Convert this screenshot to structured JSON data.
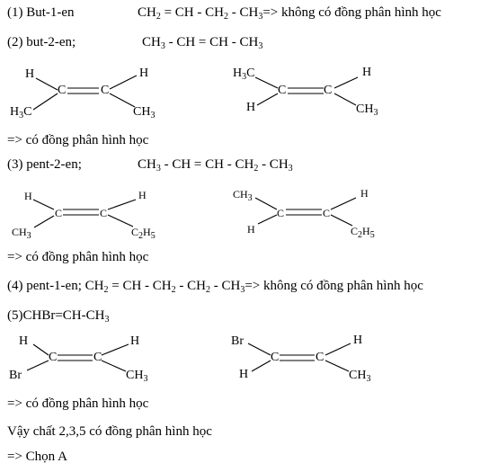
{
  "s1": {
    "label": "(1) But-1-en",
    "formula": [
      "CH",
      "2",
      " = CH - CH",
      "2",
      " - CH",
      "3"
    ],
    "note": "=> không có đồng phân hình học"
  },
  "s2": {
    "label": "(2) but-2-en;",
    "formula": [
      "CH",
      "3",
      " - CH = CH - CH",
      "3"
    ],
    "conclusion": "=>  có đồng phân hình học",
    "cis": {
      "tl": "H",
      "tr": "H",
      "bl": [
        "H",
        "3",
        "C"
      ],
      "br": [
        "CH",
        "3"
      ]
    },
    "trans": {
      "tl": [
        "H",
        "3",
        "C"
      ],
      "tr": "H",
      "bl": "H",
      "br": [
        "CH",
        "3"
      ]
    }
  },
  "s3": {
    "label": "(3) pent-2-en;",
    "formula": [
      "CH",
      "3",
      " - CH = CH - CH",
      "2",
      " - CH",
      "3"
    ],
    "conclusion": "=>  có đồng phân hình học",
    "cis": {
      "tl": "H",
      "tr": "H",
      "bl": [
        "CH",
        "3"
      ],
      "br": [
        "C",
        "2",
        "H",
        "5"
      ]
    },
    "trans": {
      "tl": [
        "CH",
        "3"
      ],
      "tr": "H",
      "bl": "H",
      "br": [
        "C",
        "2",
        "H",
        "5"
      ]
    }
  },
  "s4": {
    "label": " (4) pent-1-en;",
    "formula": [
      "CH",
      "2",
      " = CH - CH",
      "2",
      " - CH",
      "2",
      " - CH",
      "3"
    ],
    "note": "=> không có đồng phân hình học"
  },
  "s5": {
    "label": "(5)CHBr=CH-CH",
    "label_sub": "3",
    "conclusion": "=>  có đồng phân hình học",
    "cis": {
      "tl": "H",
      "tr": "H",
      "bl": "Br",
      "br": [
        "CH",
        "3"
      ]
    },
    "trans": {
      "tl": "Br",
      "tr": "H",
      "bl": "H",
      "br": [
        "CH",
        "3"
      ]
    }
  },
  "carbon": "C",
  "summary": "Vậy chất 2,3,5 có đồng phân hình học",
  "answer": "=> Chọn A"
}
